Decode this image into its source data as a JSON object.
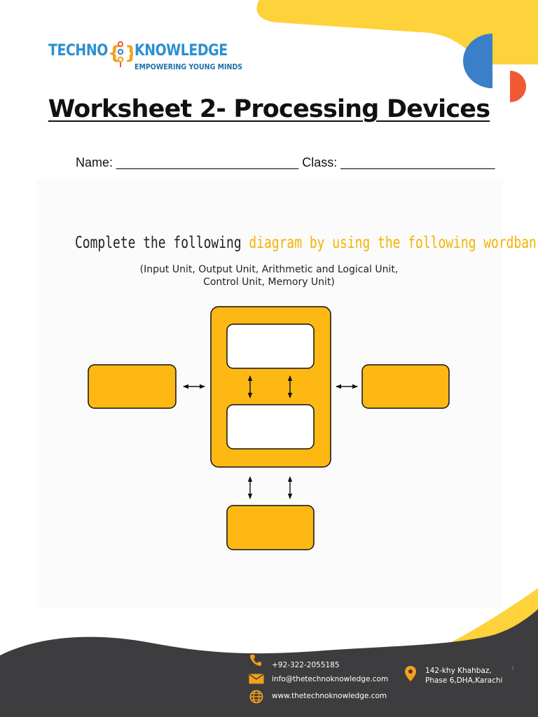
{
  "header": {
    "logo": {
      "brand_left": "TECHNO",
      "brand_right": "KNOWLEDGE",
      "tagline": "EMPOWERING YOUNG MINDS"
    }
  },
  "worksheet": {
    "title": "Worksheet 2- Processing Devices",
    "name_line": "Name: __________________________ Class: ______________________"
  },
  "activity": {
    "instruction_part1": "Complete the following ",
    "instruction_highlight": "diagram by using the following wordbank",
    "instruction_end": ".",
    "wordbank_line1": "(Input Unit, Output Unit, Arithmetic and Logical Unit,",
    "wordbank_line2": "Control Unit, Memory Unit)"
  },
  "footer": {
    "phone": "+92-322-2055185",
    "email": "info@thetechnoknowledge.com",
    "website": "www.thetechnoknowledge.com",
    "address_line1": "142-khy Khahbaz,",
    "address_line2": "Phase 6,DHA,Karachi"
  },
  "colors": {
    "accent_yellow": "#fdd23a",
    "box_orange": "#fdb813",
    "logo_blue": "#2b90d0",
    "accent_red": "#ef5a34",
    "footer_dark": "#3d3d3f"
  }
}
